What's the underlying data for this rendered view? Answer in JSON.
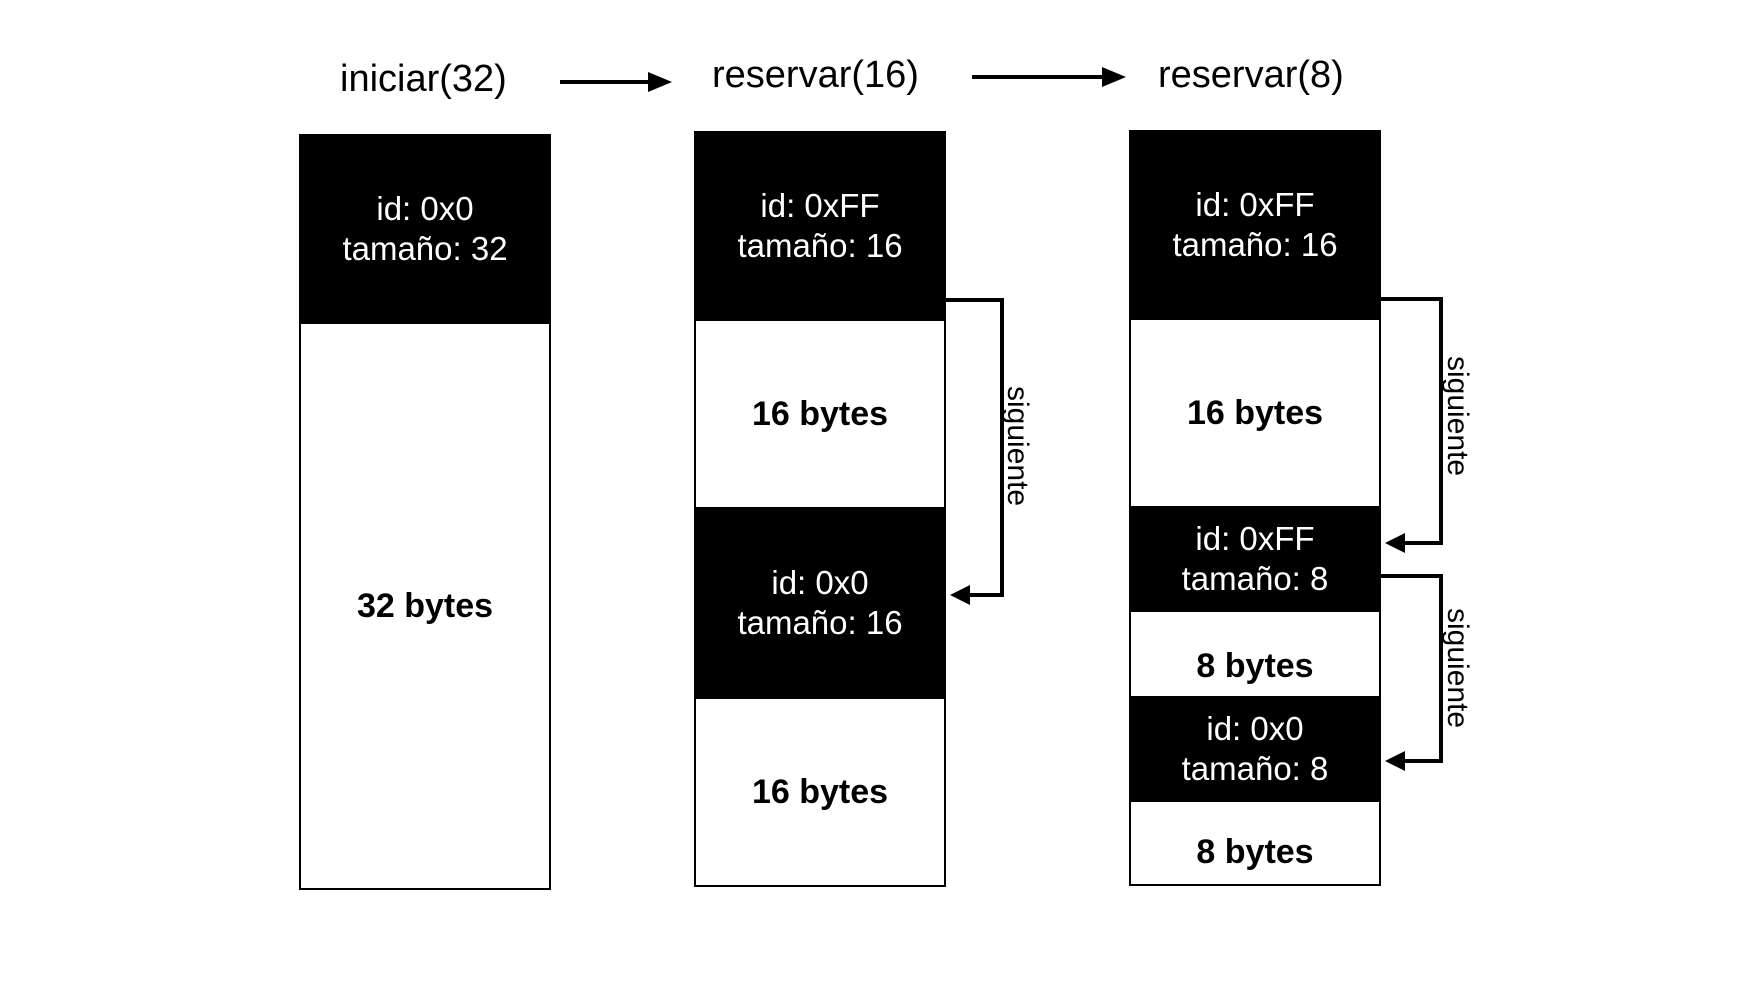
{
  "steps": [
    {
      "title": "iniciar(32)",
      "blocks": [
        {
          "type": "header",
          "id": "id: 0x0",
          "size": "tamaño: 32"
        },
        {
          "type": "data",
          "label": "32 bytes"
        }
      ]
    },
    {
      "title": "reservar(16)",
      "blocks": [
        {
          "type": "header",
          "id": "id: 0xFF",
          "size": "tamaño: 16"
        },
        {
          "type": "data",
          "label": "16 bytes"
        },
        {
          "type": "header",
          "id": "id: 0x0",
          "size": "tamaño: 16"
        },
        {
          "type": "data",
          "label": "16 bytes"
        }
      ],
      "links": [
        "siguiente"
      ]
    },
    {
      "title": "reservar(8)",
      "blocks": [
        {
          "type": "header",
          "id": "id: 0xFF",
          "size": "tamaño: 16"
        },
        {
          "type": "data",
          "label": "16 bytes"
        },
        {
          "type": "header",
          "id": "id: 0xFF",
          "size": "tamaño: 8"
        },
        {
          "type": "data",
          "label": "8 bytes"
        },
        {
          "type": "header",
          "id": "id: 0x0",
          "size": "tamaño: 8"
        },
        {
          "type": "data",
          "label": "8 bytes"
        }
      ],
      "links": [
        "siguiente",
        "siguiente"
      ]
    }
  ]
}
